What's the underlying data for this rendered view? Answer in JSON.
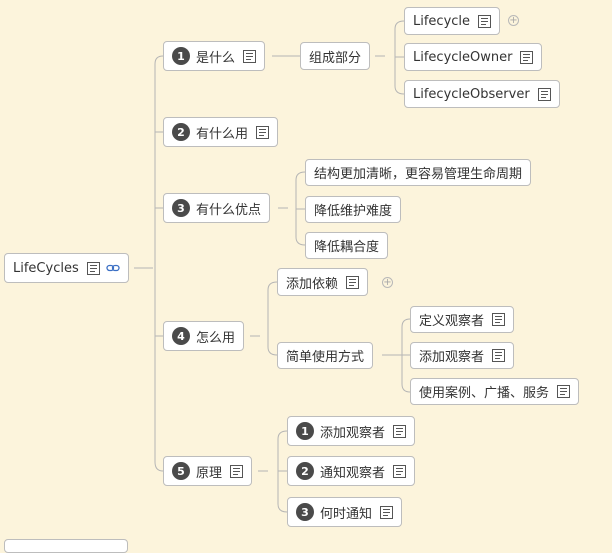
{
  "root": {
    "label": "LifeCycles",
    "icons": [
      "note-icon",
      "link-icon"
    ]
  },
  "branches": [
    {
      "number": "1",
      "label": "是什么",
      "child": {
        "label": "组成部分",
        "items": [
          {
            "label": "Lifecycle",
            "expandable": true
          },
          {
            "label": "LifecycleOwner"
          },
          {
            "label": "LifecycleObserver"
          }
        ]
      }
    },
    {
      "number": "2",
      "label": "有什么用"
    },
    {
      "number": "3",
      "label": "有什么优点",
      "items": [
        {
          "label": "结构更加清晰，更容易管理生命周期"
        },
        {
          "label": "降低维护难度"
        },
        {
          "label": "降低耦合度"
        }
      ]
    },
    {
      "number": "4",
      "label": "怎么用",
      "items": [
        {
          "label": "添加依赖",
          "expandable": true
        },
        {
          "label": "简单使用方式",
          "items": [
            {
              "label": "定义观察者"
            },
            {
              "label": "添加观察者"
            },
            {
              "label": "使用案例、广播、服务"
            }
          ]
        }
      ]
    },
    {
      "number": "5",
      "label": "原理",
      "items": [
        {
          "number": "1",
          "label": "添加观察者"
        },
        {
          "number": "2",
          "label": "通知观察者"
        },
        {
          "number": "3",
          "label": "何时通知"
        }
      ]
    }
  ],
  "colors": {
    "background": "#fcf4dc",
    "line": "#b5b5b5",
    "badge": "#4a4a4a",
    "link": "#3b6fc4"
  }
}
